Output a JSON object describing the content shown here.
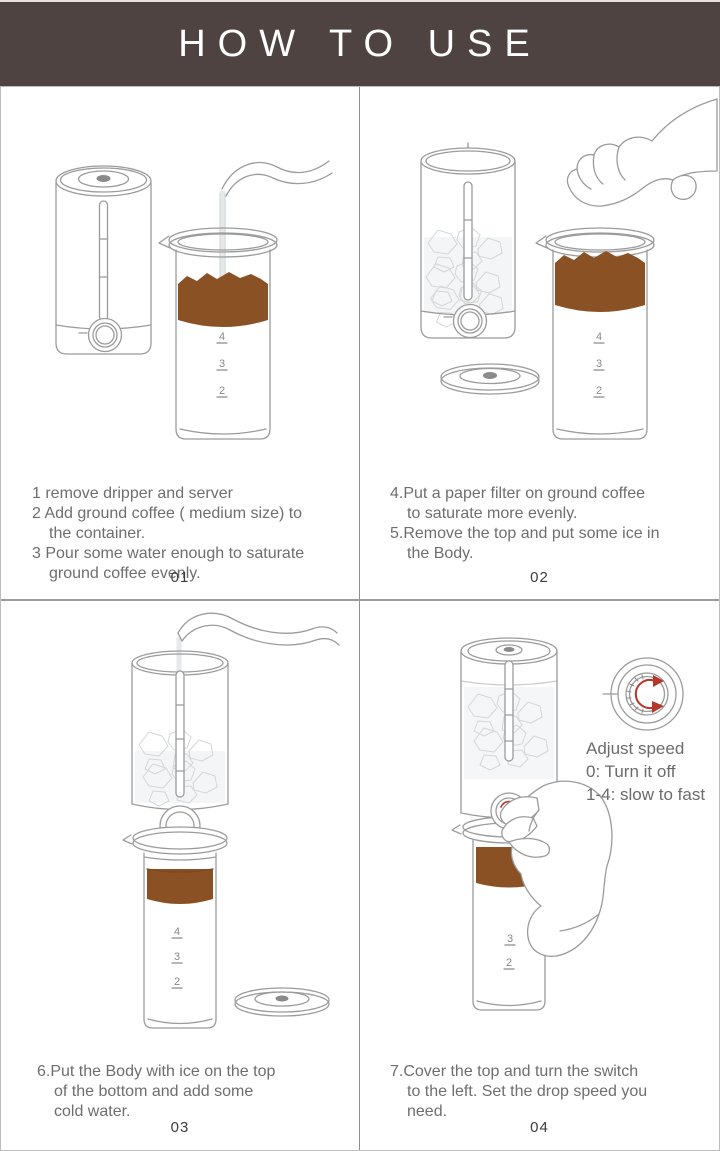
{
  "header": {
    "title": "HOW TO USE"
  },
  "panels": [
    {
      "id": "01",
      "steps": [
        "1 remove dripper and server",
        "2 Add ground coffee ( medium size) to\nthe container.",
        "3 Pour some water enough to saturate\nground coffee evenly."
      ]
    },
    {
      "id": "02",
      "steps": [
        "4.Put a paper filter on ground coffee\nto saturate more evenly.",
        "5.Remove the top and put some ice in\nthe Body."
      ]
    },
    {
      "id": "03",
      "steps": [
        "6.Put the Body with ice on the  top\nof the bottom and add  some\ncold water."
      ]
    },
    {
      "id": "04",
      "steps": [
        "7.Cover the top and turn the switch\nto the left. Set the drop speed you\nneed."
      ]
    }
  ],
  "speed_note": {
    "title": "Adjust speed",
    "off": "0: Turn it off",
    "range": "1-4: slow to fast"
  },
  "beaker_scale": {
    "m4": "4",
    "m3": "3",
    "m2": "2"
  },
  "colors": {
    "header_bg": "#4f4341",
    "coffee": "#8a5224",
    "arrow_red": "#b5372a",
    "line_art": "#9b9b9b",
    "ice": "#d3d7d9",
    "instruction_text": "#6e6e6e"
  }
}
